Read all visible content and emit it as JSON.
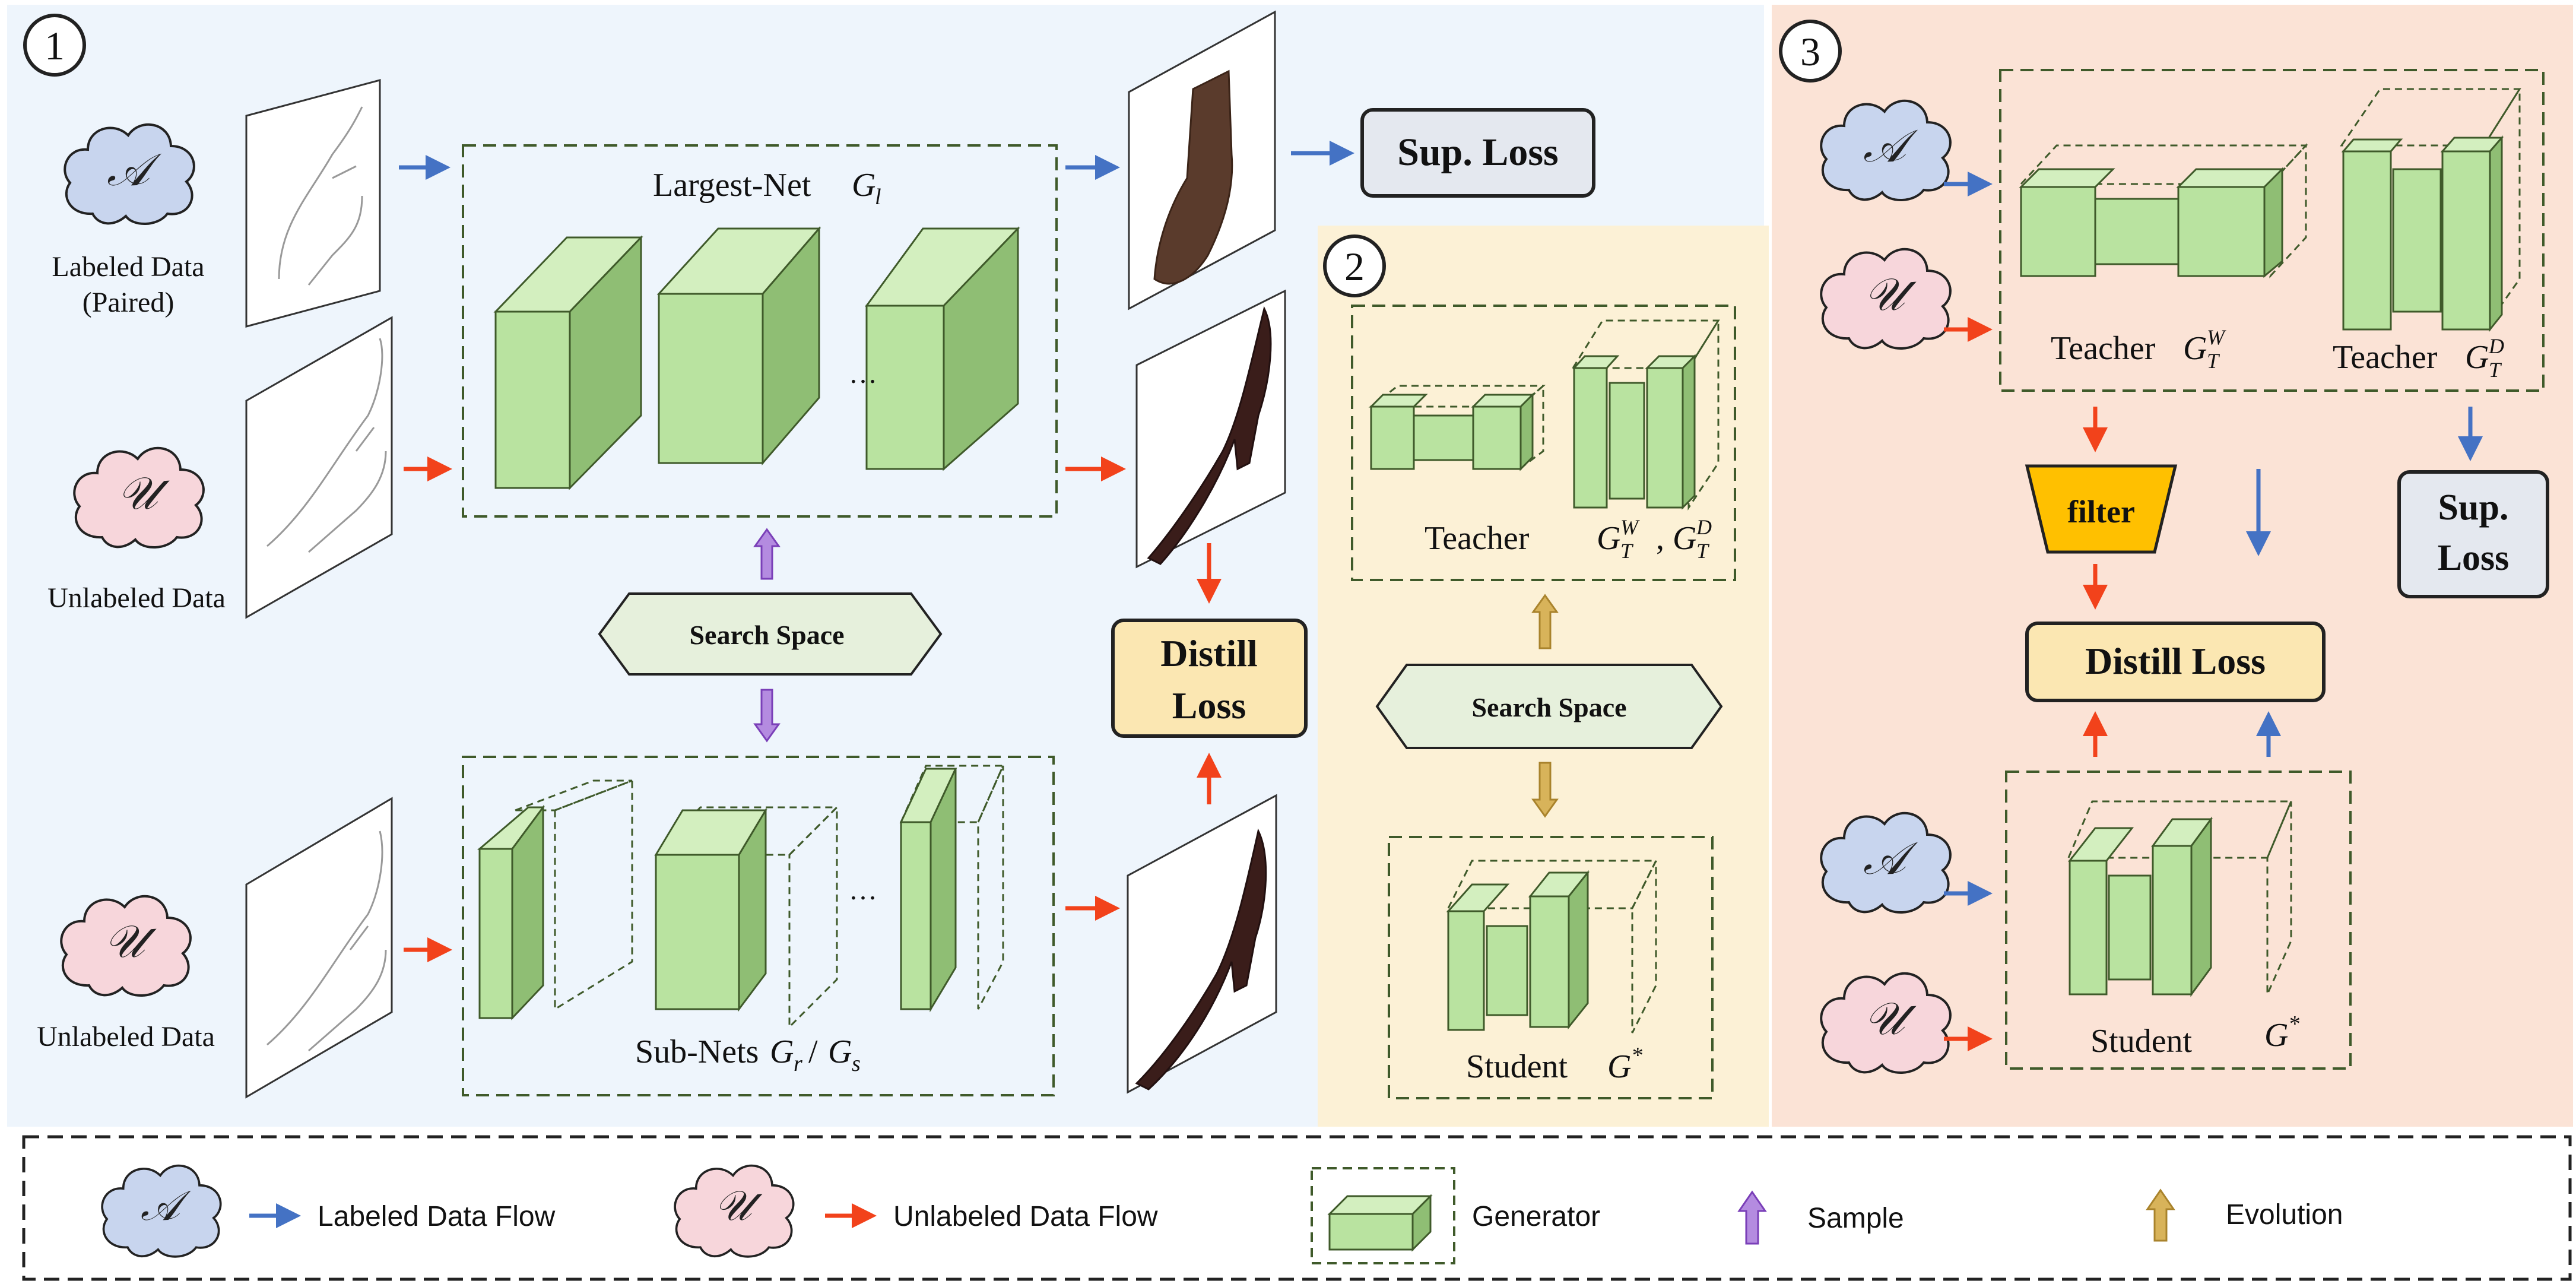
{
  "panels": {
    "p1": {
      "number": "1"
    },
    "p2": {
      "number": "2"
    },
    "p3": {
      "number": "3"
    }
  },
  "clouds": {
    "labeled_symbol": "𝒜",
    "unlabeled_symbol": "𝒰"
  },
  "panel1": {
    "labeled_data_line1": "Labeled Data",
    "labeled_data_line2": "(Paired)",
    "unlabeled_data_top": "Unlabeled Data",
    "unlabeled_data_bottom": "Unlabeled Data",
    "largest_net_label": "Largest-Net",
    "largest_net_symbol": "G",
    "largest_net_sub": "l",
    "ellipsis_top": "…",
    "ellipsis_bottom": "…",
    "search_space": "Search Space",
    "sub_nets_label": "Sub-Nets",
    "sub_nets_g1": "G",
    "sub_nets_g1_sub": "r",
    "sub_nets_slash": "/",
    "sub_nets_g2": "G",
    "sub_nets_g2_sub": "s",
    "sup_loss": "Sup. Loss",
    "distill_loss_line1": "Distill",
    "distill_loss_line2": "Loss"
  },
  "panel2": {
    "teacher_label": "Teacher",
    "teacher_symbols": "G",
    "search_space": "Search Space",
    "student_label": "Student",
    "student_symbol": "G",
    "student_sup": "*"
  },
  "panel3": {
    "teacher_w_label": "Teacher",
    "teacher_d_label": "Teacher",
    "filter": "filter",
    "distill_loss": "Distill Loss",
    "sup_loss_line1": "Sup.",
    "sup_loss_line2": "Loss",
    "student_label": "Student",
    "student_symbol": "G",
    "student_sup": "*"
  },
  "legend": {
    "labeled_flow": "Labeled Data Flow",
    "unlabeled_flow": "Unlabeled Data Flow",
    "generator": "Generator",
    "sample": "Sample",
    "evolution": "Evolution"
  },
  "colors": {
    "panel1_bg": "#eef5fc",
    "panel2_bg": "#fcf1d6",
    "panel3_bg": "#fbe3d6",
    "labeled_flow": "#4472c4",
    "unlabeled_flow": "#f2421b",
    "generator_front": "#b9e3a0",
    "generator_side": "#8fbe74",
    "generator_top": "#d3efbf",
    "sample_arrow": "#b48be0",
    "evolution_arrow": "#d8b35a",
    "distill_box": "#fbe7b2",
    "filter_fill": "#ffc000",
    "sup_box": "#e4e8ef",
    "cloud_labeled": "#c8d5ee",
    "cloud_unlabeled": "#f7d6db"
  }
}
